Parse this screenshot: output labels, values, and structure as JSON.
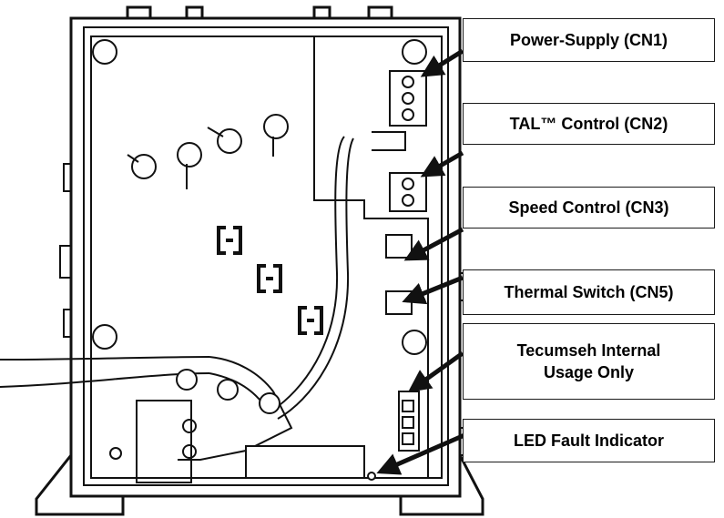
{
  "callouts": [
    {
      "id": "cn1",
      "text": "Power-Supply (CN1)"
    },
    {
      "id": "cn2",
      "text": "TAL™ Control (CN2)"
    },
    {
      "id": "cn3",
      "text": "Speed Control (CN3)"
    },
    {
      "id": "cn5",
      "text": "Thermal Switch (CN5)"
    },
    {
      "id": "internal",
      "line1": "Tecumseh Internal",
      "line2": "Usage Only"
    },
    {
      "id": "led",
      "text": "LED Fault Indicator"
    }
  ]
}
